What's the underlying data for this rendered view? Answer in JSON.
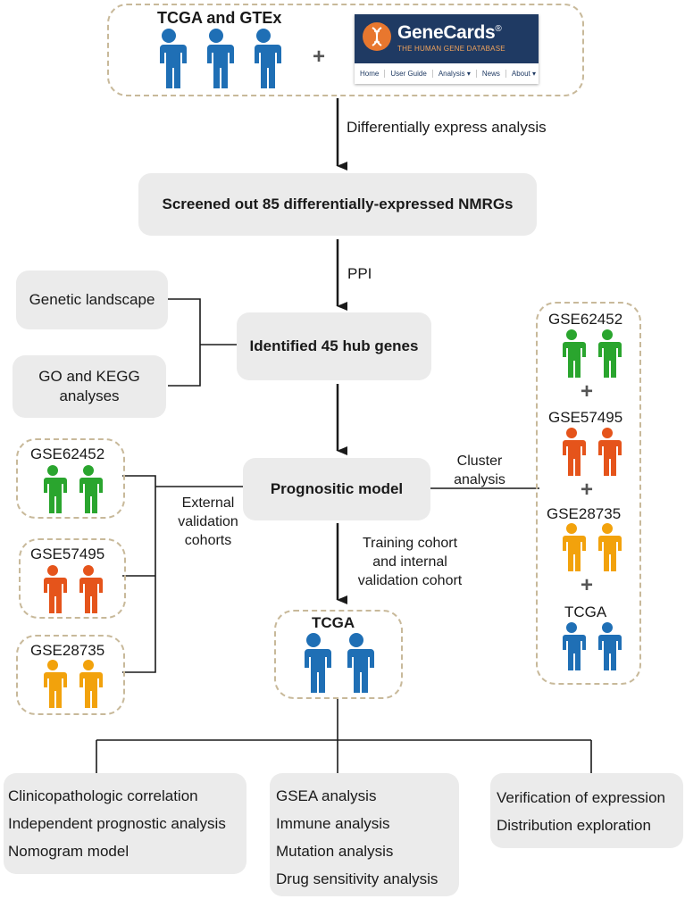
{
  "top": {
    "title": "TCGA and GTEx",
    "plus": "+",
    "genecards": {
      "name": "GeneCards",
      "reg": "®",
      "subtitle": "THE HUMAN GENE DATABASE",
      "nav": [
        "Home",
        "User Guide",
        "Analysis ▾",
        "News",
        "About ▾"
      ]
    }
  },
  "arrows": {
    "a1": "Differentially express analysis",
    "a2": "PPI",
    "a4_line1": "Training cohort",
    "a4_line2": "and internal",
    "a4_line3": "validation cohort"
  },
  "nodes": {
    "screened": "Screened out 85 differentially-expressed NMRGs",
    "hub": "Identified 45 hub genes",
    "genetic": "Genetic landscape",
    "go_line1": "GO and KEGG",
    "go_line2": "analyses",
    "model": "Prognositic model",
    "tcga": "TCGA"
  },
  "left_cohorts": {
    "c1": "GSE62452",
    "c2": "GSE57495",
    "c3": "GSE28735",
    "label_line1": "External",
    "label_line2": "validation",
    "label_line3": "cohorts"
  },
  "right_cohorts": {
    "c1": "GSE62452",
    "c2": "GSE57495",
    "c3": "GSE28735",
    "c4": "TCGA",
    "plus": "+",
    "label_line1": "Cluster",
    "label_line2": "analysis"
  },
  "bottom": {
    "box1": [
      "Clinicopathologic correlation",
      "Independent prognostic analysis",
      "Nomogram model"
    ],
    "box2": [
      "GSEA analysis",
      "Immune analysis",
      "Mutation analysis",
      "Drug sensitivity analysis"
    ],
    "box3": [
      "Verification of expression",
      "Distribution exploration"
    ]
  },
  "colors": {
    "blue": "#1f6fb5",
    "green": "#2aa52e",
    "orange": "#e5541b",
    "yellow": "#f2a20c",
    "box": "#ebebeb",
    "dash": "#c8b99a"
  },
  "icons": [
    "person-icon"
  ]
}
